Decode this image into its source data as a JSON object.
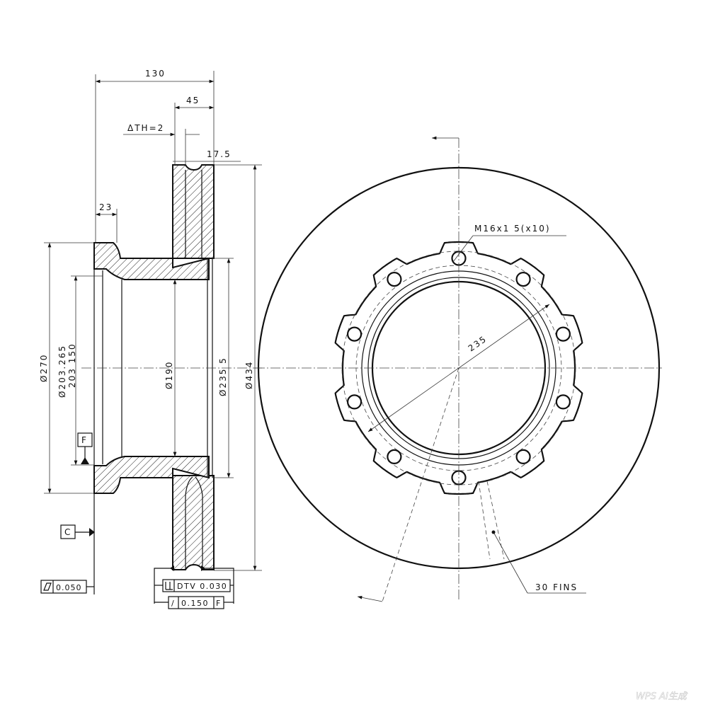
{
  "section_view": {
    "dim_overall_width": "130",
    "dim_ring_width": "45",
    "dim_thickness_variation": "ΔTH=2",
    "dim_ring_offset": "17.5",
    "dim_flange": "23",
    "dim_dia_270": "Ø270",
    "dim_dia_203_265": "Ø203.265",
    "dim_dia_203_150": "203 150",
    "dim_dia_190": "Ø190",
    "dim_dia_235_5": "Ø235 5",
    "dim_dia_434": "Ø434",
    "datum_f": "F",
    "datum_c": "C",
    "flatness_value": "0.050",
    "dtv_tolerance": "DTV 0.030",
    "runout_symbol": "/",
    "runout_value": "0.150",
    "runout_datum": "F"
  },
  "front_view": {
    "bolt_spec": "M16x1 5(x10)",
    "bolt_circle": "235",
    "fins_note": "30 FINS",
    "bolt_hole_count": 10
  },
  "watermark": "WPS AI生成"
}
